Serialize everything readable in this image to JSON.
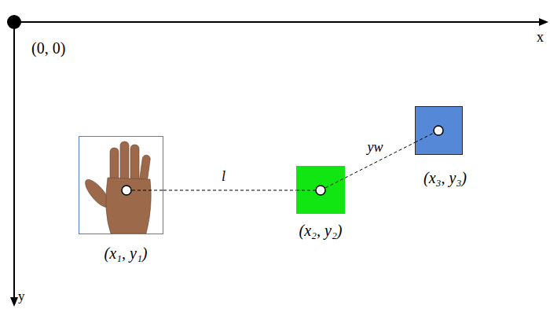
{
  "diagram": {
    "nodes": [
      {
        "text": [
          "(x₁, y₁)"
        ]
      },
      {
        "text": [
          "(x₂, y₂)"
        ]
      },
      {
        "text": [
          "(x₃, y₃)"
        ]
      }
    ],
    "edges": [
      {
        "from": 0,
        "to": 1,
        "arrow": "none",
        "label": "l"
      },
      {
        "from": 1,
        "to": 2,
        "arrow": "none",
        "label": "yw"
      }
    ],
    "labels": [
      "(0, 0)",
      "x",
      "y"
    ]
  }
}
